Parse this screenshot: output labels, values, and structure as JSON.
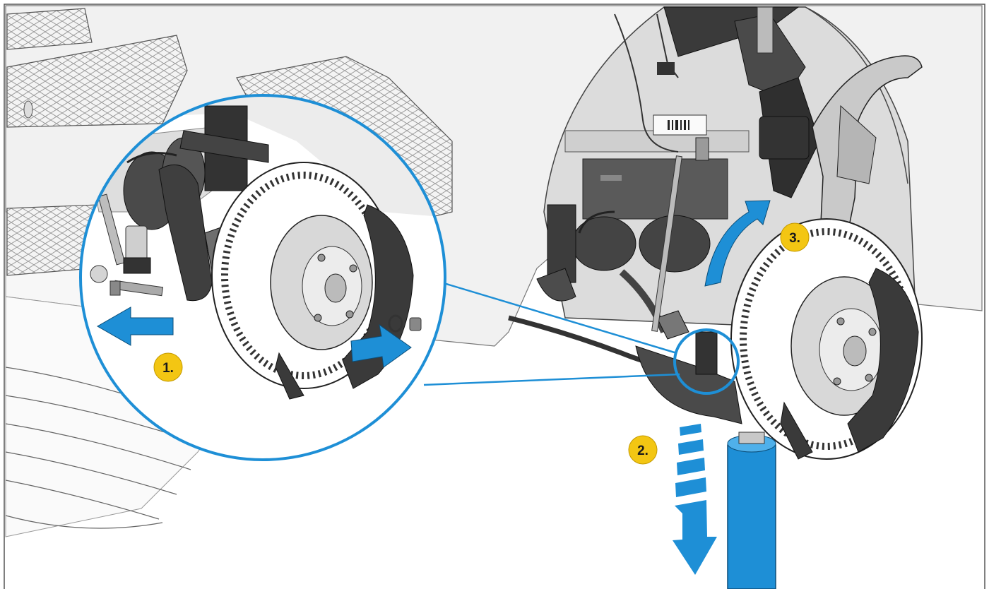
{
  "diagram": {
    "steps": [
      {
        "label": "1."
      },
      {
        "label": "2."
      },
      {
        "label": "3."
      }
    ],
    "colors": {
      "accent_blue": "#1e8fd6",
      "marker_yellow": "#f3c613",
      "line_dark": "#2a2a2a",
      "body_panel": "#f1f1f1",
      "wheel_well": "#dcdcdc",
      "part_dark": "#3a3a3a",
      "part_mid": "#6e6e6e",
      "hub_light": "#d8d8d8"
    },
    "icons": {
      "step1": "arrow-left-icon",
      "step1b": "arrow-right-icon",
      "step2": "arrow-down-dashed-icon",
      "step3": "arrow-curved-up-icon"
    }
  }
}
